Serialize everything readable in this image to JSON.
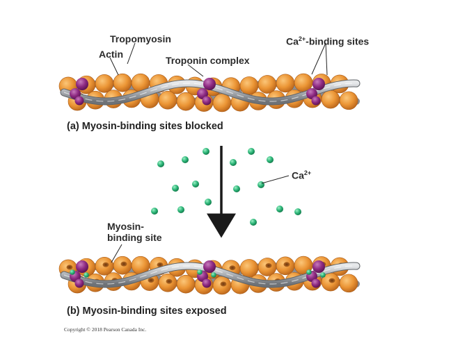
{
  "panel_a": {
    "caption": "(a) Myosin-binding sites blocked",
    "labels": {
      "tropomyosin": "Tropomyosin",
      "actin": "Actin",
      "troponin": "Troponin complex",
      "ca_sites_prefix": "Ca",
      "ca_sites_sup": "2+",
      "ca_sites_suffix": "-binding sites"
    }
  },
  "middle": {
    "ion_prefix": "Ca",
    "ion_sup": "2+"
  },
  "panel_b": {
    "caption": "(b) Myosin-binding sites exposed",
    "labels": {
      "myosin_line1": "Myosin-",
      "myosin_line2": "binding site"
    }
  },
  "copyright": "Copyright © 2018 Pearson Canada Inc.",
  "colors": {
    "actin": "#e8902e",
    "actin_light": "#f6bd6c",
    "actin_pit": "#8a4a14",
    "tropomyosin": "#9a9ea4",
    "troponin": "#8e2a82",
    "calcium": "#2fb77a",
    "arrow": "#1a1a1a"
  }
}
